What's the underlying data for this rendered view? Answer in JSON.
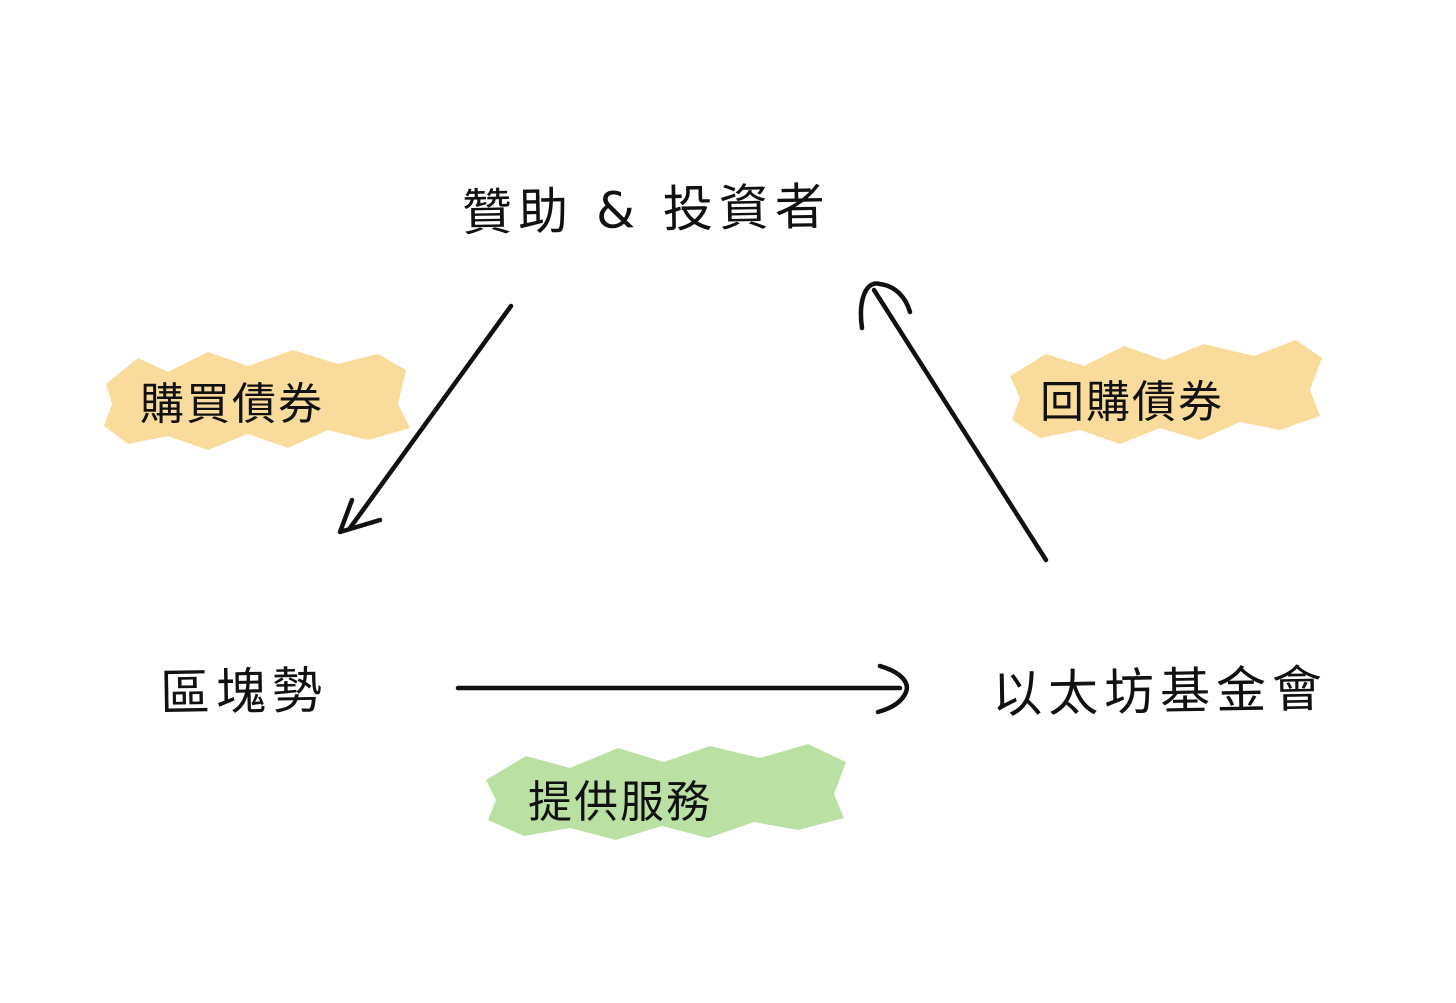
{
  "nodes": {
    "sponsors": "贊助 & 投資者",
    "blockworks": "區塊勢",
    "ethereum_foundation": "以太坊基金會"
  },
  "edges": {
    "buy_bonds": "購買債券",
    "buyback_bonds": "回購債券",
    "provide_services": "提供服務"
  },
  "colors": {
    "highlight_yellow": "#f7cf7a",
    "highlight_green": "#a9d98c",
    "ink": "#111111"
  }
}
